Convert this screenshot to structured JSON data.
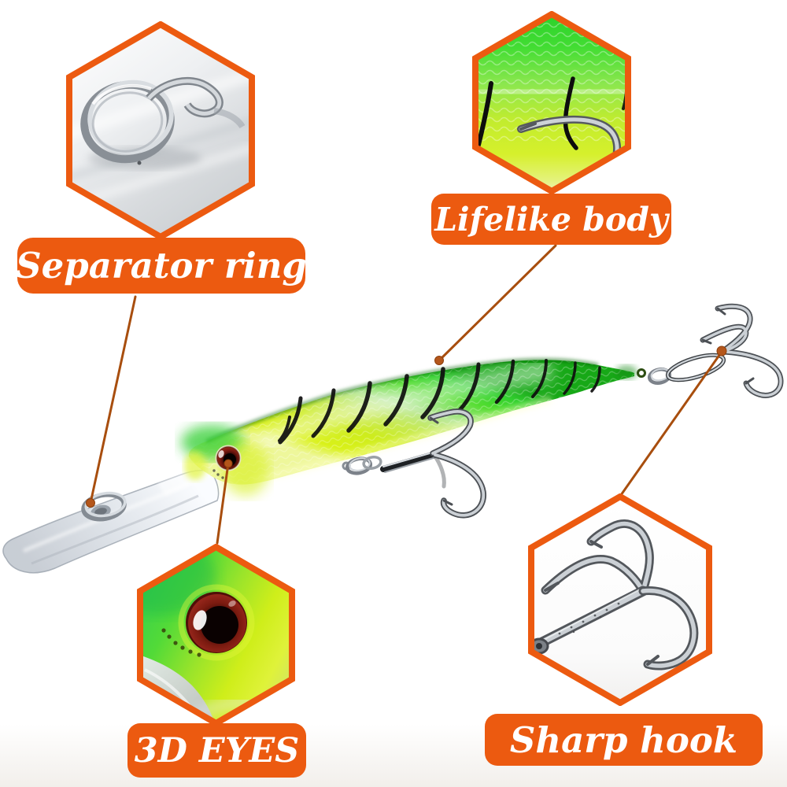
{
  "image_type": "product-feature-infographic",
  "product": {
    "subject": "green tiger-stripe minnow fishing lure with clear diving lip, split ring, 3D eye and two silver treble hooks"
  },
  "colors": {
    "accent_orange": "#EC5A10",
    "label_text": "#FFFFFF",
    "leader_line": "#A84E0E",
    "callout_dot": "#B4561B",
    "lure_green": "#35D02C",
    "lure_pale_scale": "#BCE99C",
    "lure_chartreuse": "#CDEC1E",
    "lure_belly_yellow": "#DDF32A",
    "stripe_black": "#0E0E0E",
    "eye_red": "#7A1A10",
    "pupil_black": "#070101",
    "metal_silver": "#CBD0D5",
    "metal_dark": "#4C5055",
    "background": "#FFFFFF"
  },
  "callouts": [
    {
      "id": "separator-ring",
      "label": "Separator ring",
      "photo": "split-ring-macro-photo"
    },
    {
      "id": "lifelike-body",
      "label": "Lifelike body",
      "photo": "fish-scale-body-macro-photo"
    },
    {
      "id": "3d-eyes",
      "label": "3D EYES",
      "photo": "lure-eye-macro-photo"
    },
    {
      "id": "sharp-hook",
      "label": "Sharp hook",
      "photo": "treble-hook-macro-photo"
    }
  ]
}
